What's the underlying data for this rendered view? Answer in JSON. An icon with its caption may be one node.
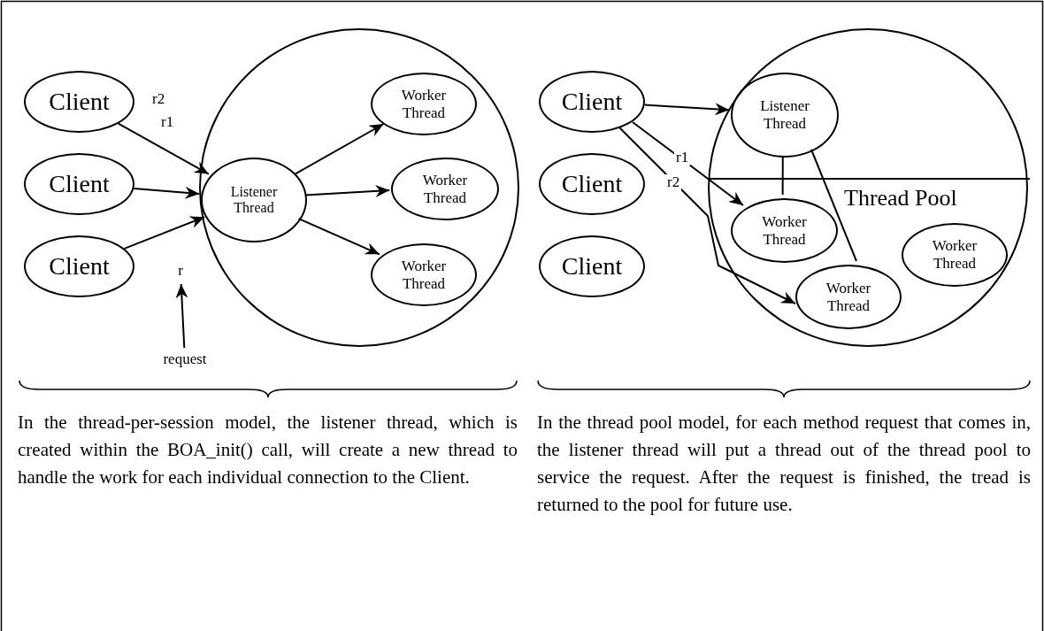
{
  "diagram": {
    "nodes": [
      {
        "text": [],
        "shape": "circle"
      },
      {
        "text": [
          "Client"
        ]
      },
      {
        "text": [
          "Client"
        ]
      },
      {
        "text": [
          "Client"
        ]
      },
      {
        "text": [
          "Listener Thread"
        ],
        "in": 0
      },
      {
        "text": [
          "Worker Thread"
        ],
        "in": 0
      },
      {
        "text": [
          "Worker Thread"
        ],
        "in": 0
      },
      {
        "text": [
          "Worker Thread"
        ],
        "in": 0
      },
      {
        "text": [
          "r"
        ]
      },
      {
        "text": [
          "request"
        ]
      },
      {
        "text": [],
        "shape": "circle"
      },
      {
        "text": [
          "Client"
        ]
      },
      {
        "text": [
          "Client"
        ]
      },
      {
        "text": [
          "Client"
        ]
      },
      {
        "text": [
          "Listener Thread"
        ],
        "in": 10
      },
      {
        "text": [
          "Thread Pool"
        ],
        "in": 10
      },
      {
        "text": [
          "Worker Thread"
        ],
        "in": 15
      },
      {
        "text": [
          "Worker Thread"
        ],
        "in": 15
      },
      {
        "text": [
          "Worker Thread"
        ],
        "in": 15
      }
    ],
    "edges": [
      {
        "from": 1,
        "to": 4,
        "arrow": "to"
      },
      {
        "from": 2,
        "to": 4,
        "arrow": "to"
      },
      {
        "from": 3,
        "to": 4,
        "arrow": "to"
      },
      {
        "from": 4,
        "to": 5,
        "arrow": "to"
      },
      {
        "from": 4,
        "to": 6,
        "arrow": "to"
      },
      {
        "from": 4,
        "to": 7,
        "arrow": "to"
      },
      {
        "from": 9,
        "to": 8,
        "arrow": "to"
      },
      {
        "from": 11,
        "to": 14,
        "arrow": "to"
      },
      {
        "from": 11,
        "to": 16,
        "arrow": "to",
        "label": "r1"
      },
      {
        "from": 11,
        "to": 18,
        "arrow": "to",
        "label": "r2"
      },
      {
        "from": 14,
        "to": 16,
        "arrow": "none"
      },
      {
        "from": 14,
        "to": 18,
        "arrow": "none"
      }
    ],
    "labels": [
      "r2",
      "r1",
      "In the thread-per-session model, the listener thread, which is created within the BOA_init() call, will create a new thread to handle the work for each individual connection to the Client.",
      "In the thread pool model, for each method request that comes in, the listener thread will put a thread out of the thread pool to service the request. After the request is finished, the tread is returned to the pool for future use."
    ]
  }
}
